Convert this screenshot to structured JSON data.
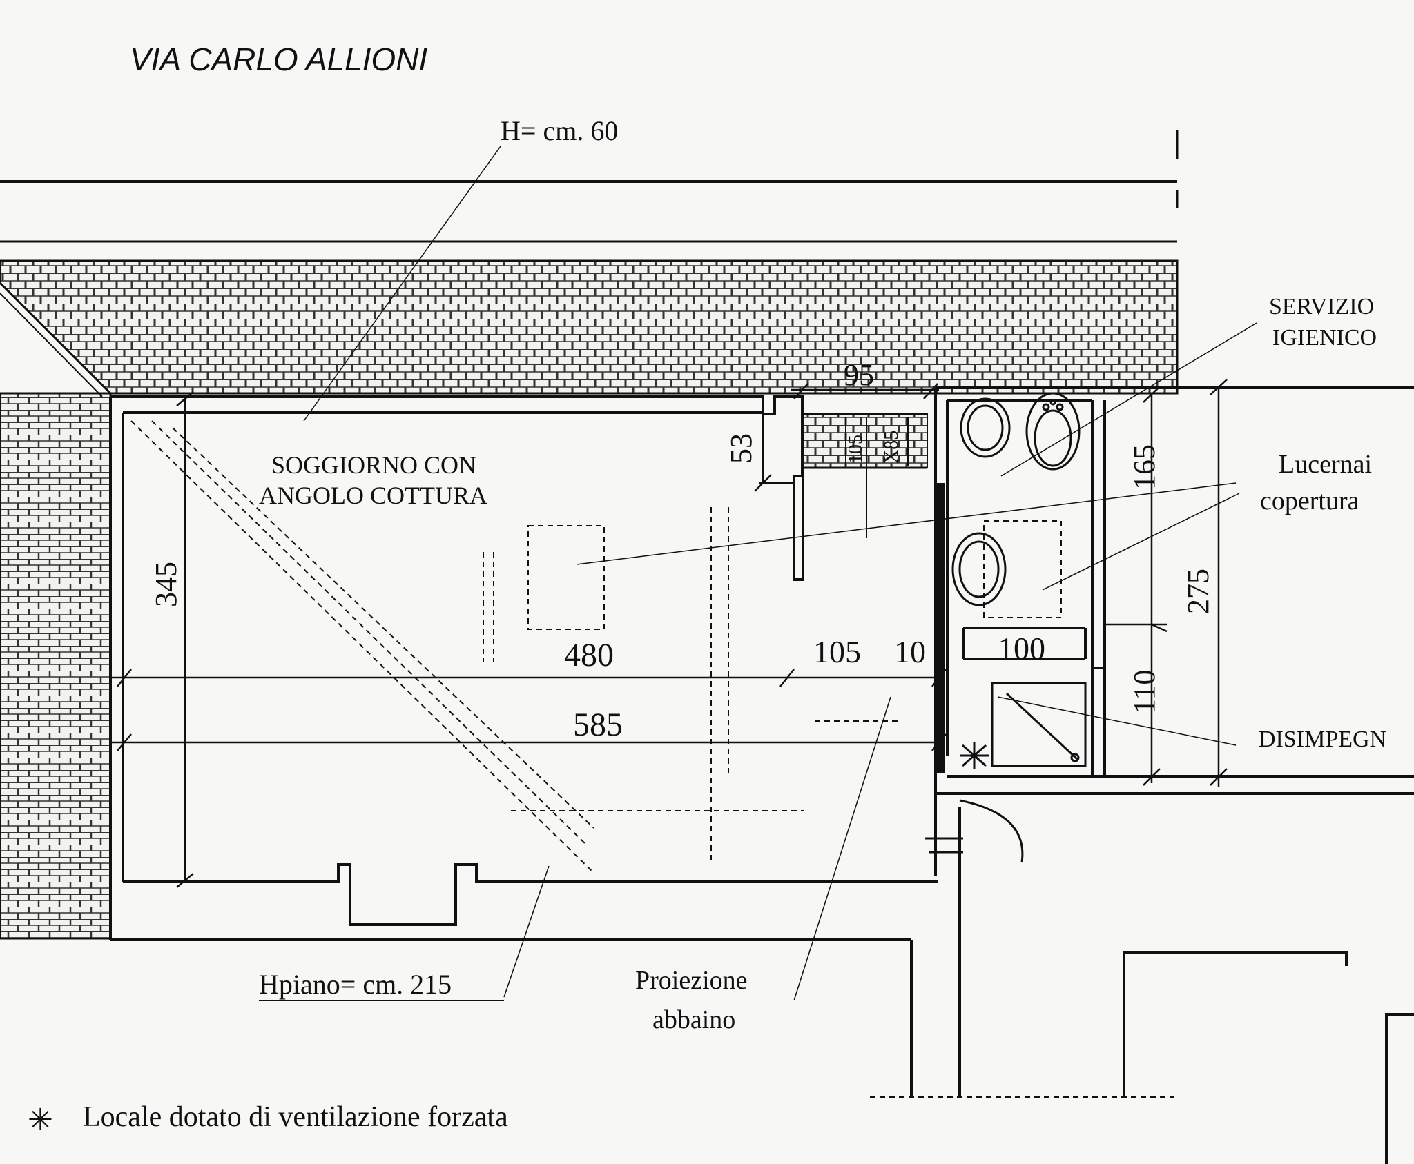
{
  "street_name": "VIA CARLO ALLIONI",
  "rooms": {
    "living": [
      "SOGGIORNO CON",
      "ANGOLO COTTURA"
    ],
    "bath": [
      "SERVIZIO",
      "IGIENICO"
    ],
    "skylight": [
      "Lucernai",
      "copertura"
    ],
    "hall": "DISIMPEGN"
  },
  "annotations": {
    "roof_height": "H= cm. 60",
    "floor_height": "Hpiano= cm. 215",
    "dormer_projection": [
      "Proiezione",
      "abbaino"
    ]
  },
  "dimensions": {
    "top_recess_width": "95",
    "recess_depth": "53",
    "door_a": "105",
    "door_b": "X85",
    "room_depth": "345",
    "bath_depth": "165",
    "total_depth_right": "275",
    "hall_depth": "110",
    "room_width": "480",
    "passage_width": "105",
    "wall_thickness": "10",
    "bath_width": "100",
    "total_width": "585"
  },
  "legend": {
    "symbol": "✳",
    "text": "Locale dotato di ventilazione forzata"
  },
  "colors": {
    "ink": "#111111",
    "paper": "#f7f7f5"
  }
}
